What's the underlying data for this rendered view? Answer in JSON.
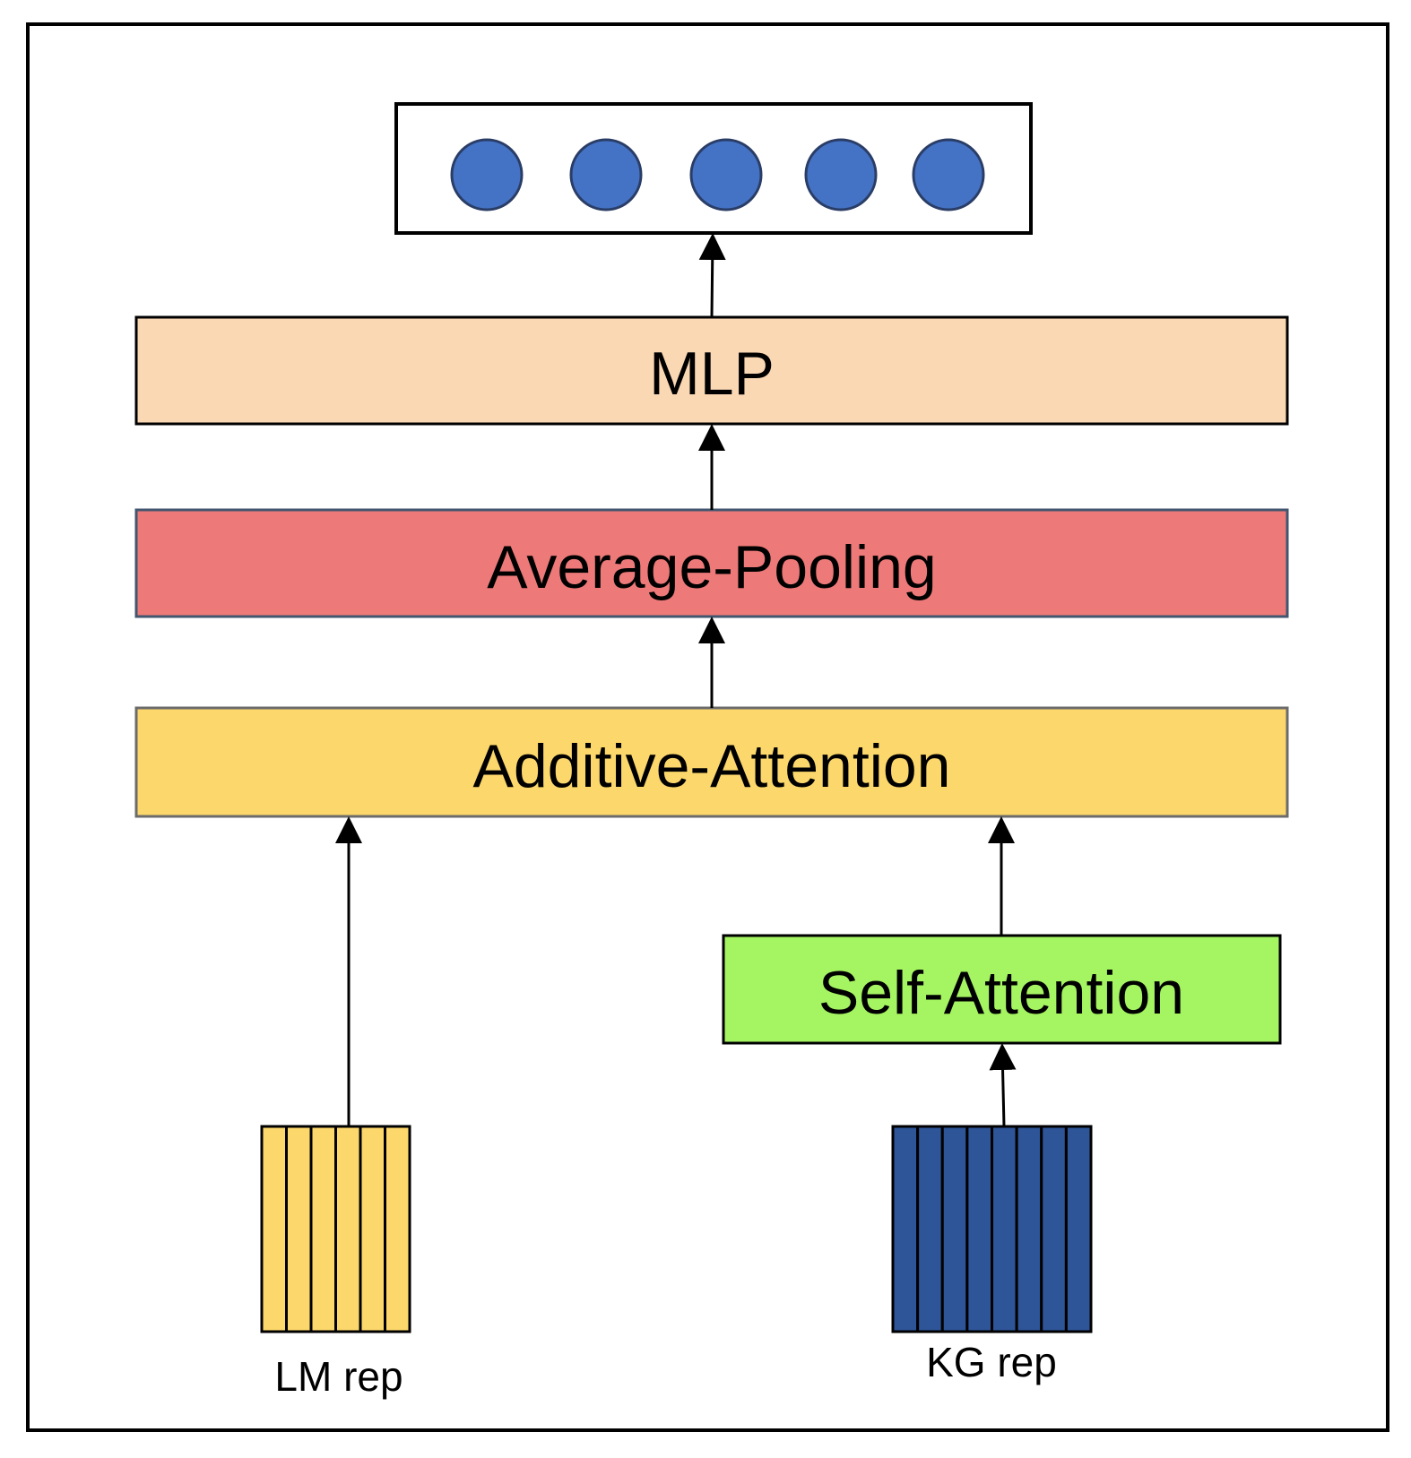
{
  "output_layer": {
    "node_count": 5
  },
  "layers": {
    "mlp": {
      "label": "MLP",
      "color": "#FBD8B4"
    },
    "average_pooling": {
      "label": "Average-Pooling",
      "color": "#EE7979"
    },
    "additive_attention": {
      "label": "Additive-Attention",
      "color": "#FCD76B"
    },
    "self_attention": {
      "label": "Self-Attention",
      "color": "#A5F462"
    }
  },
  "inputs": {
    "lm_rep": {
      "label": "LM rep",
      "color": "#FCD76B",
      "segments": 6
    },
    "kg_rep": {
      "label": "KG rep",
      "color": "#2E5597",
      "segments": 8
    }
  },
  "colors": {
    "node": "#4472C4",
    "stroke": "#000000",
    "frame": "#000000"
  }
}
